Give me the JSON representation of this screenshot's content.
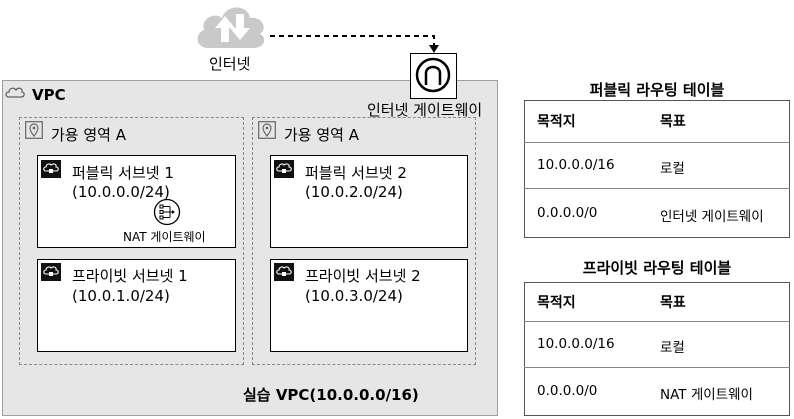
{
  "internet": {
    "label": "인터넷"
  },
  "igw": {
    "label": "인터넷 게이트웨이"
  },
  "vpc": {
    "label": "VPC",
    "title": "실습 VPC(10.0.0.0/16)"
  },
  "zones": [
    {
      "label": "가용 영역 A"
    },
    {
      "label": "가용 영역 A"
    }
  ],
  "subnets": [
    {
      "name": "퍼블릭 서브넷 1",
      "cidr": "(10.0.0.0/24)"
    },
    {
      "name": "퍼블릭 서브넷 2",
      "cidr": "(10.0.2.0/24)"
    },
    {
      "name": "프라이빗 서브넷 1",
      "cidr": "(10.0.1.0/24)"
    },
    {
      "name": "프라이빗 서브넷 2",
      "cidr": "(10.0.3.0/24)"
    }
  ],
  "nat": {
    "label": "NAT 게이트웨이"
  },
  "public_rt": {
    "title": "퍼블릭 라우팅 테이블",
    "headers": [
      "목적지",
      "목표"
    ],
    "rows": [
      [
        "10.0.0.0/16",
        "로컬"
      ],
      [
        "0.0.0.0/0",
        "인터넷 게이트웨이"
      ]
    ]
  },
  "private_rt": {
    "title": "프라이빗 라우팅 테이블",
    "headers": [
      "목적지",
      "목표"
    ],
    "rows": [
      [
        "10.0.0.0/16",
        "로컬"
      ],
      [
        "0.0.0.0/0",
        "NAT 게이트웨이"
      ]
    ]
  }
}
